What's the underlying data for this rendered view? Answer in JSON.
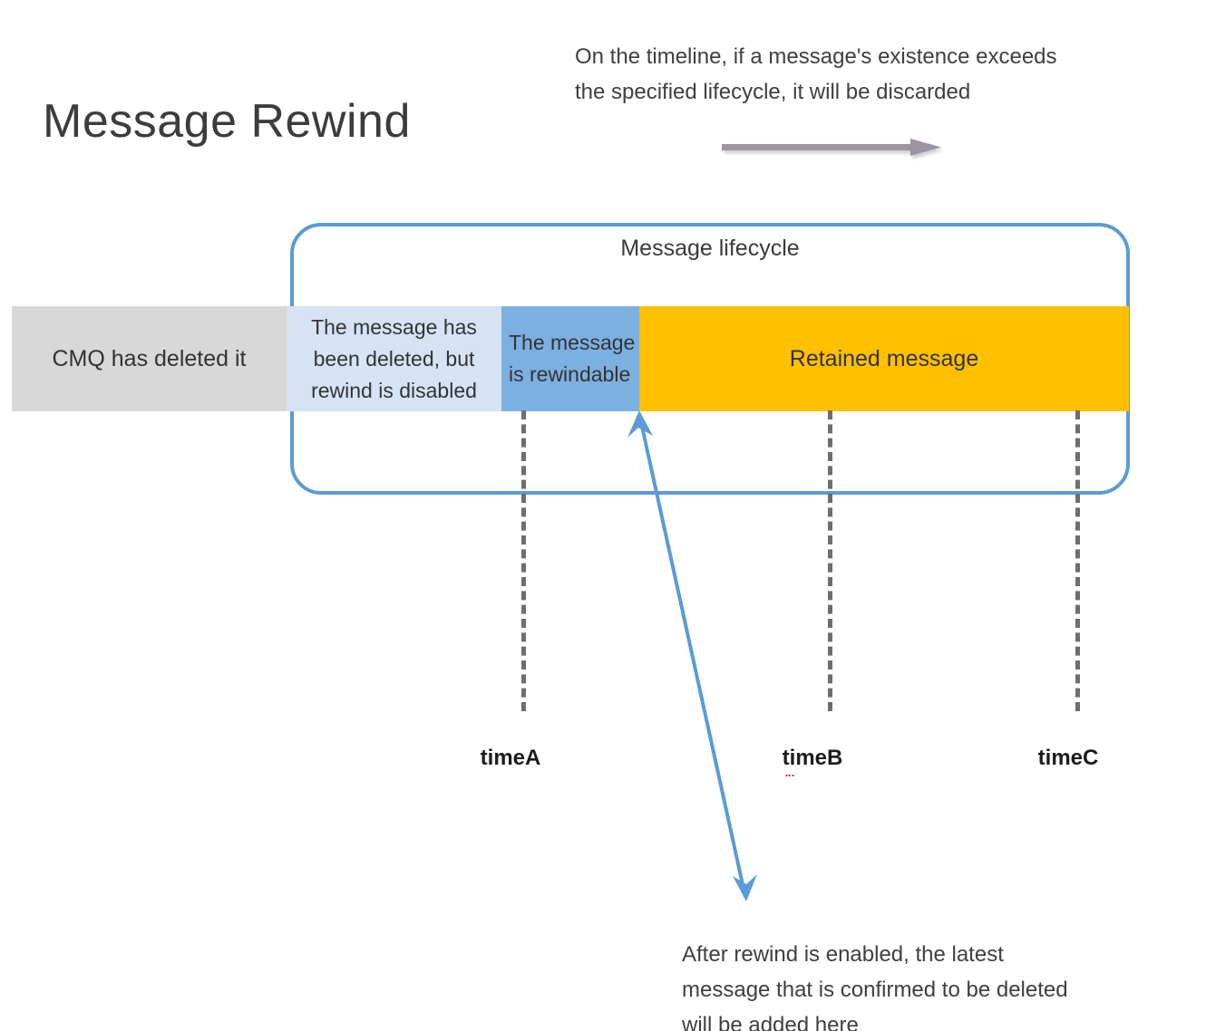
{
  "page": {
    "title": "Message Rewind"
  },
  "top_note": {
    "lines": [
      "On the timeline, if a message's existence exceeds",
      "the specified lifecycle, it will be discarded"
    ]
  },
  "lifecycle": {
    "label": "Message lifecycle"
  },
  "bars": [
    {
      "key": "cmq",
      "label": "CMQ has deleted it",
      "color": "#d8d8d8"
    },
    {
      "key": "deleted",
      "label": "The message has been deleted, but rewind is disabled",
      "color": "#d6e3f5"
    },
    {
      "key": "rewindable",
      "label": "The message is rewindable",
      "color": "#7cb0e0"
    },
    {
      "key": "retained",
      "label": "Retained message",
      "color": "#ffc000"
    }
  ],
  "timeline": {
    "markers": [
      {
        "key": "a",
        "label": "timeA"
      },
      {
        "key": "b",
        "label": "timeB"
      },
      {
        "key": "c",
        "label": "timeC"
      }
    ]
  },
  "bottom_note": {
    "lines": [
      "After rewind is enabled, the latest",
      "message that is confirmed to be deleted",
      "will be added here"
    ]
  },
  "colors": {
    "lifecycle_border": "#5b9bd5",
    "rewind_arrow": "#5b9bd5",
    "timeline_arrow": "#9c93a3",
    "dash": "#6e6e6e",
    "text": "#3a3a3a"
  }
}
